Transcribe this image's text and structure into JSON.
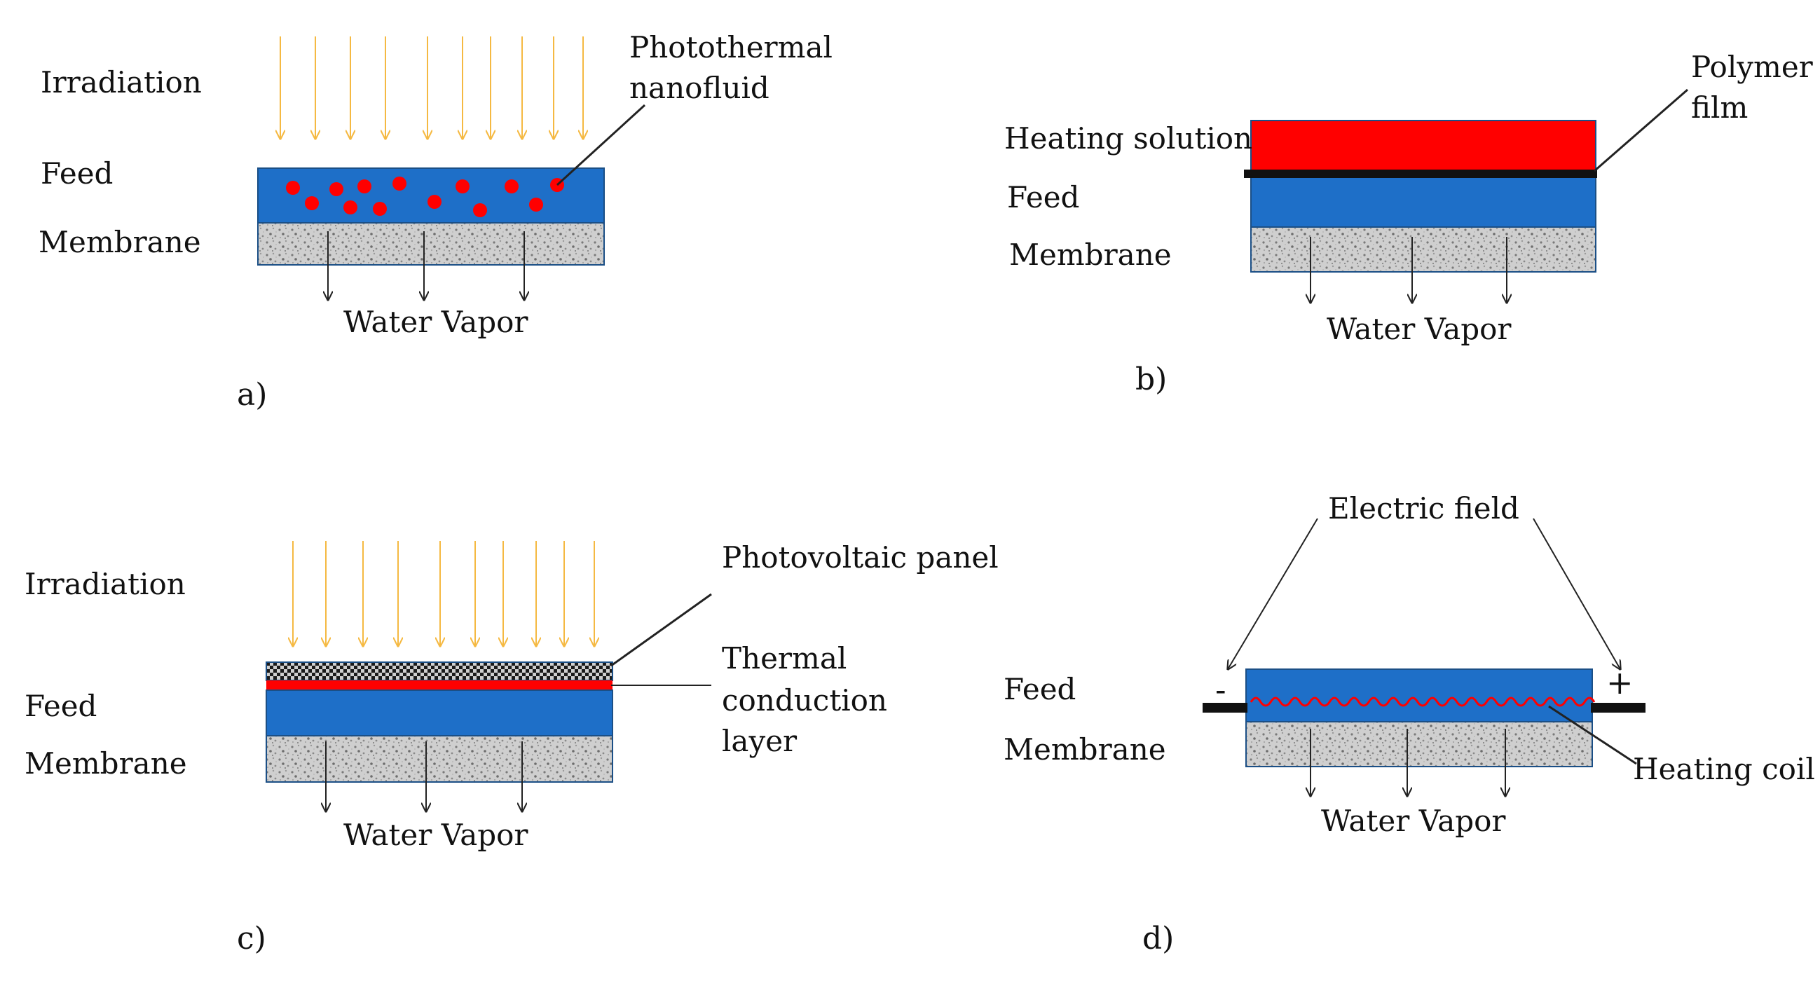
{
  "colors": {
    "feed": "#1e6fc8",
    "heating": "#ff0000",
    "film": "#111111",
    "rays": "#f5b942",
    "membrane": "#cfcfcf",
    "outline": "#1b4f86",
    "line": "#222222"
  },
  "panels": {
    "a": {
      "label": "a)",
      "irradiation": "Irradiation",
      "feed": "Feed",
      "membrane": "Membrane",
      "vapor": "Water Vapor",
      "callout_line1": "Photothermal",
      "callout_line2": "nanofluid"
    },
    "b": {
      "label": "b)",
      "heating": "Heating solution",
      "feed": "Feed",
      "membrane": "Membrane",
      "vapor": "Water Vapor",
      "callout_line1": "Polymer",
      "callout_line2": "film"
    },
    "c": {
      "label": "c)",
      "irradiation": "Irradiation",
      "feed": "Feed",
      "membrane": "Membrane",
      "vapor": "Water Vapor",
      "pv_panel": "Photovoltaic panel",
      "thermal_line1": "Thermal",
      "thermal_line2": "conduction",
      "thermal_line3": "layer"
    },
    "d": {
      "label": "d)",
      "electric_field": "Electric field",
      "feed": "Feed",
      "membrane": "Membrane",
      "vapor": "Water Vapor",
      "heating_coil": "Heating coil",
      "minus": "-",
      "plus": "+"
    }
  }
}
